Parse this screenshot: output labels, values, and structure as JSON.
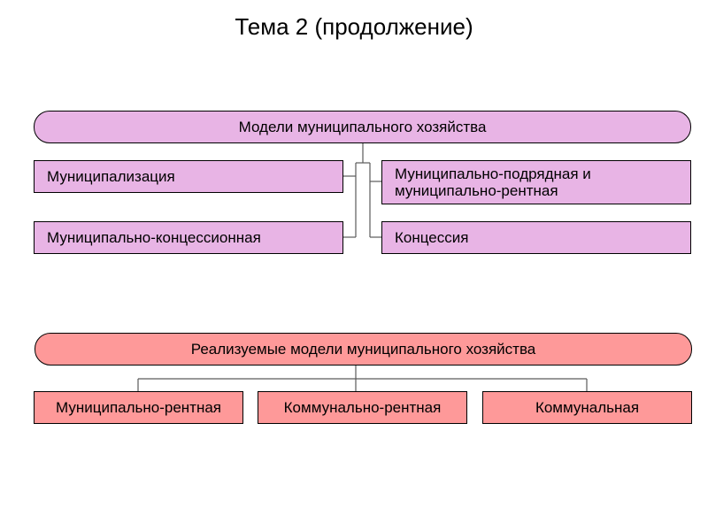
{
  "title": "Тема 2 (продолжение)",
  "colors": {
    "models_fill": "#e8b4e5",
    "realized_fill": "#fe9999",
    "border": "#000000",
    "connector": "#5a5a5a"
  },
  "models_section": {
    "header": "Модели муниципального хозяйства",
    "left": [
      "Муниципализация",
      "Муниципально-концессионная"
    ],
    "right": [
      "Муниципально-подрядная и муниципально-рентная",
      "Концессия"
    ]
  },
  "realized_section": {
    "header": "Реализуемые модели муниципального хозяйства",
    "items": [
      "Муниципально-рентная",
      "Коммунально-рентная",
      "Коммунальная"
    ]
  }
}
